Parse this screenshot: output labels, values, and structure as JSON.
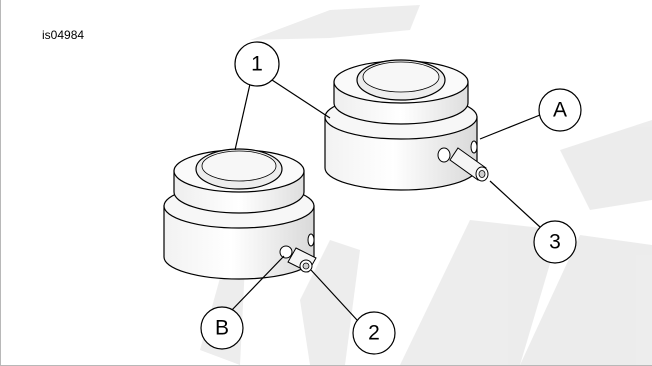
{
  "figure_id": "is04984",
  "callouts": {
    "c1": "1",
    "cA": "A",
    "c3": "3",
    "cB": "B",
    "c2": "2"
  }
}
